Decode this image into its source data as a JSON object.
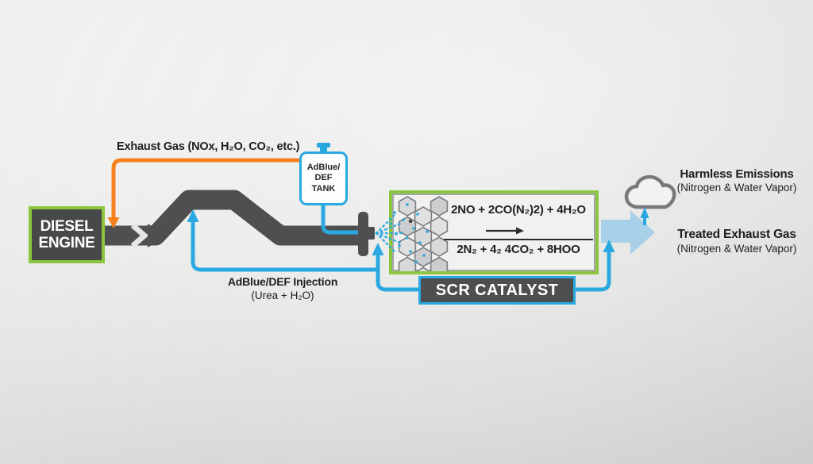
{
  "colors": {
    "orange": "#f5821f",
    "blue": "#2aa9e0",
    "lightblue": "#a8d0e8",
    "dark": "#4e4f51",
    "green": "#8cc63e",
    "cloudgray": "#77797c"
  },
  "engine": {
    "label": "DIESEL\nENGINE"
  },
  "exhaust": {
    "label": "Exhaust Gas (NOx, H₂O, CO₂, etc.)"
  },
  "tank": {
    "label": "AdBlue/\nDEF\nTANK"
  },
  "injection": {
    "label": "AdBlue/DEF Injection",
    "sublabel": "(Urea + H₂O)"
  },
  "catalyst": {
    "equation_top": "2NO + 2CO(N₂)2) + 4H₂O",
    "equation_bottom": "2N₂ + 4₂ 4CO₂ + 8HOO",
    "label": "SCR CATALYST"
  },
  "emissions": {
    "title": "Harmless Emissions",
    "subtitle": "(Nitrogen & Water Vapor)"
  },
  "treated": {
    "title": "Treated Exhaust Gas",
    "subtitle": "(Nitrogen & Water Vapor)"
  }
}
